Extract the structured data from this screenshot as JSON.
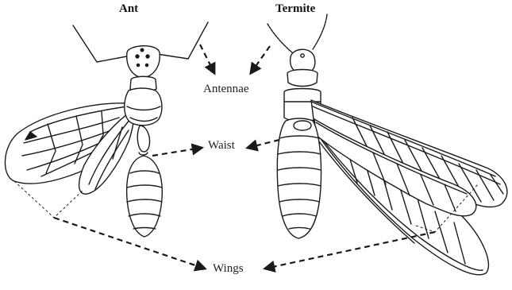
{
  "titles": {
    "left": "Ant",
    "right": "Termite"
  },
  "labels": {
    "antennae": "Antennae",
    "waist": "Waist",
    "wings": "Wings"
  },
  "colors": {
    "ink": "#1a1a1a",
    "background": "#ffffff"
  }
}
